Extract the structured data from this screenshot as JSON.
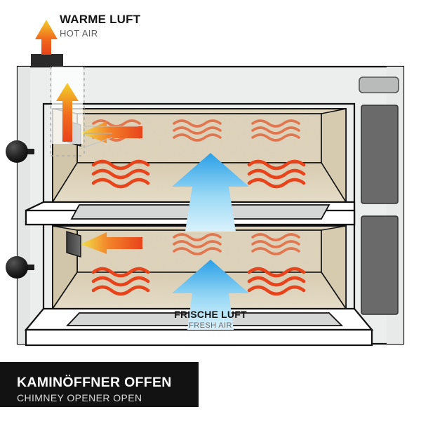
{
  "diagram": {
    "title_de": "KAMINÖFFNER OFFEN",
    "title_en": "CHIMNEY OPENER OPEN",
    "annotations": {
      "hot_air_de": "WARME LUFT",
      "hot_air_en": "HOT AIR",
      "fresh_air_de": "FRISCHE LUFT",
      "fresh_air_en": "FRESH AIR"
    },
    "colors": {
      "caption_bg": "#121212",
      "caption_text": "#ffffff",
      "caption_subtext": "#d8d8d8",
      "hot_air_text": "#161616",
      "hot_air_subtext": "#5d5d5d",
      "fresh_air_text": "#161616",
      "fresh_air_subtext": "#6a6a6a",
      "oven_body": "#eceded",
      "oven_body_edge": "#e2e3e3",
      "oven_outline": "#111111",
      "shelf_face": "#ffffff",
      "shelf_inset": "#d5d6d6",
      "chamber_brick": "#ded3bb",
      "chamber_brick_dark": "#cfc2a6",
      "side_panel_dark": "#6a6a6a",
      "display_bar": "#b9bbbb",
      "handle": "#1d1d1d",
      "chimney_cap": "#2a2a2a",
      "hot_arrow_top": "#f2d02a",
      "hot_arrow_bottom": "#e8431a",
      "cool_arrow_top": "#2a9fe6",
      "cool_arrow_bottom": "#d8f0fb",
      "heat_wave_wall": "#e2764f",
      "heat_wave_floor": "#e8441c"
    },
    "elements": {
      "chimney_label": "chimney-flue",
      "upper_chamber_label": "upper-baking-chamber",
      "lower_chamber_label": "lower-baking-chamber",
      "handle_upper_label": "upper-door-handle",
      "handle_lower_label": "lower-door-handle",
      "display_label": "control-display"
    }
  }
}
